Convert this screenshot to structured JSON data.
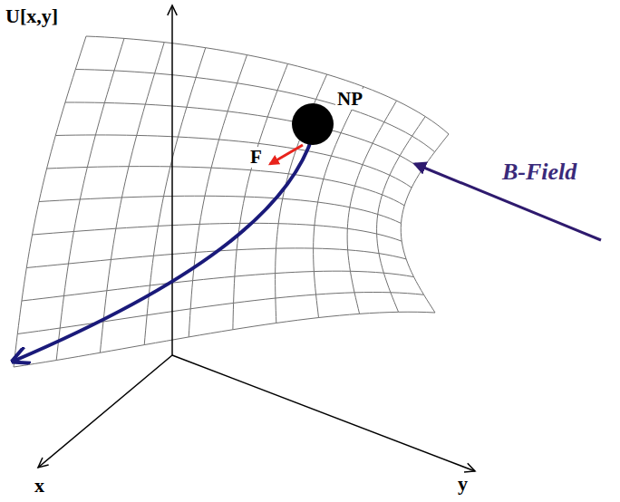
{
  "diagram": {
    "labels": [
      "U[x,y]",
      "NP",
      "F",
      "B-Field",
      "x",
      "y"
    ]
  }
}
